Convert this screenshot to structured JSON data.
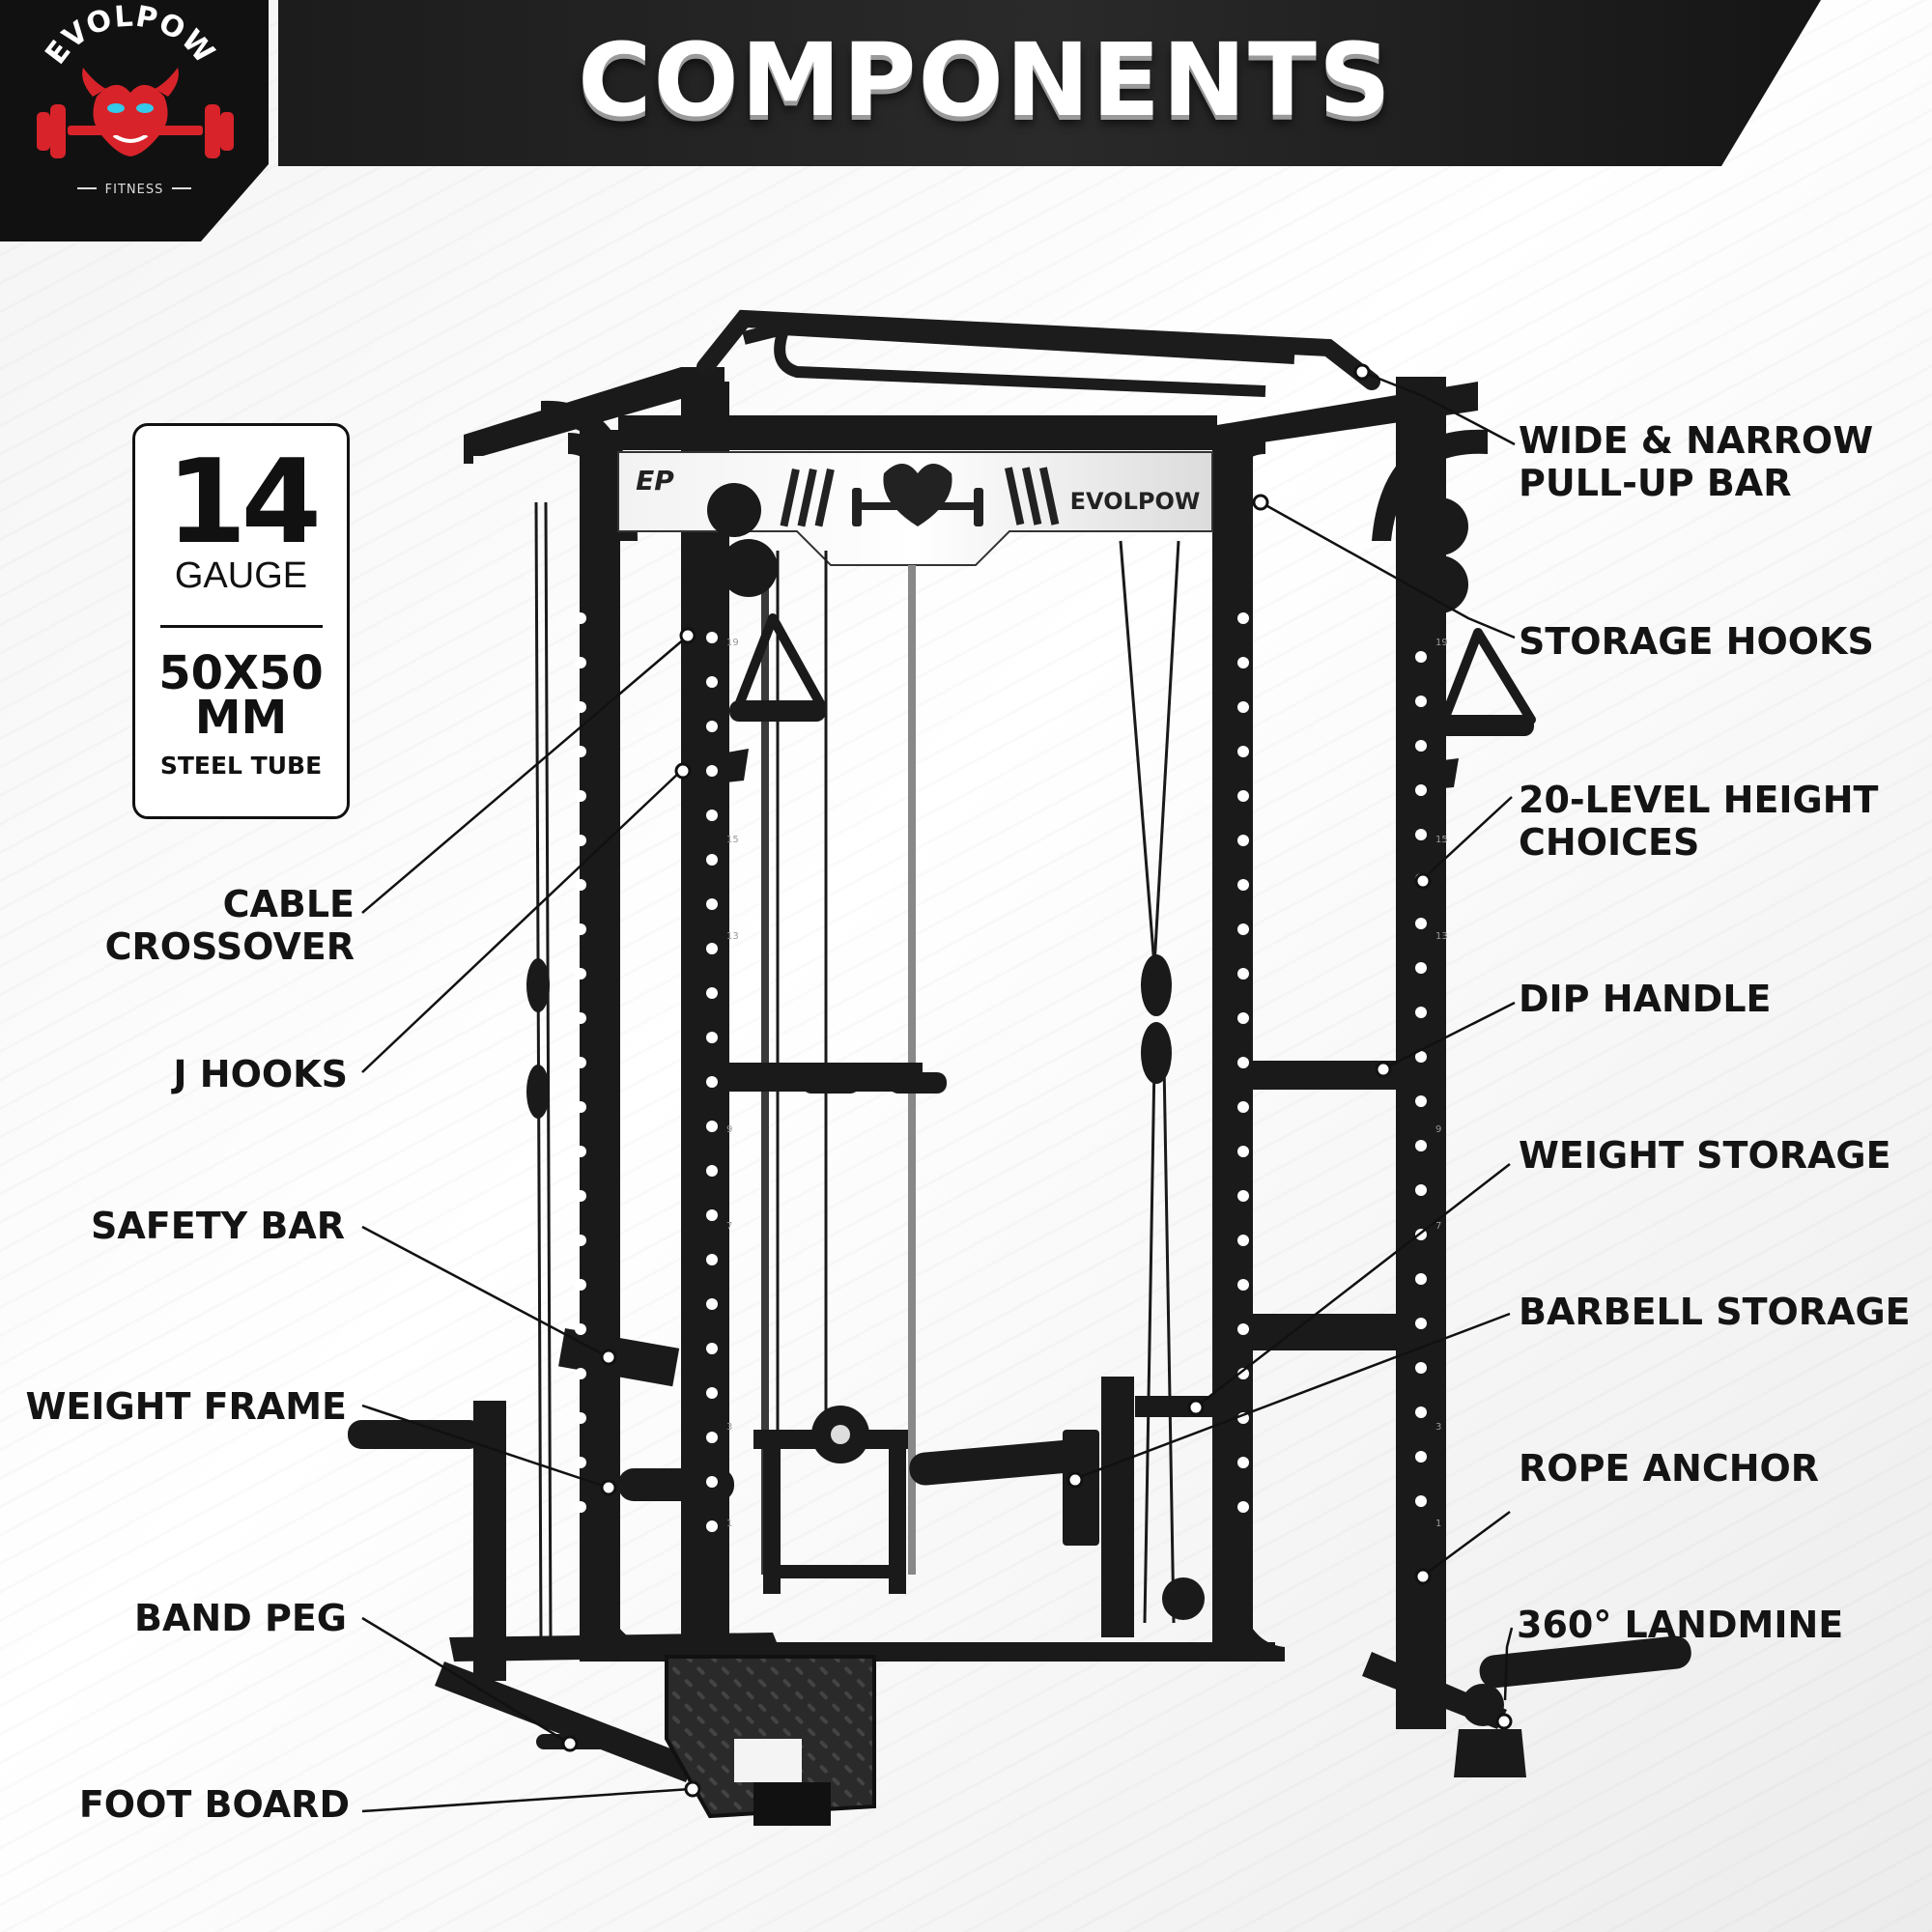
{
  "banner": {
    "title": "COMPONENTS"
  },
  "logo": {
    "brand": "EVOLPOW",
    "tagline": "FITNESS"
  },
  "spec": {
    "gauge_number": "14",
    "gauge_label": "GAUGE",
    "tube_size": "50X50",
    "tube_unit": "MM",
    "tube_type": "STEEL TUBE"
  },
  "labels": {
    "left": {
      "cable_crossover": [
        "CABLE",
        "CROSSOVER"
      ],
      "j_hooks": "J HOOKS",
      "safety_bar": "SAFETY BAR",
      "weight_frame": "WEIGHT FRAME",
      "band_peg": "BAND PEG",
      "foot_board": "FOOT BOARD"
    },
    "right": {
      "pull_up_bar": [
        "WIDE & NARROW",
        "PULL-UP BAR"
      ],
      "storage_hooks": "STORAGE HOOKS",
      "height_choices": [
        "20-LEVEL HEIGHT",
        "CHOICES"
      ],
      "dip_handle": "DIP HANDLE",
      "weight_storage": "WEIGHT STORAGE",
      "barbell_storage": "BARBELL STORAGE",
      "rope_anchor": "ROPE ANCHOR",
      "landmine": "360° LANDMINE"
    }
  },
  "product": {
    "plate_brand": "EVOLPOW",
    "plate_mark": "EP",
    "level_numbers": [
      "19",
      "15",
      "13",
      "9",
      "7",
      "3",
      "1"
    ]
  },
  "colors": {
    "banner": "#111111",
    "accent_red": "#d8232a",
    "frame": "#1a1a1a",
    "text": "#141414"
  }
}
